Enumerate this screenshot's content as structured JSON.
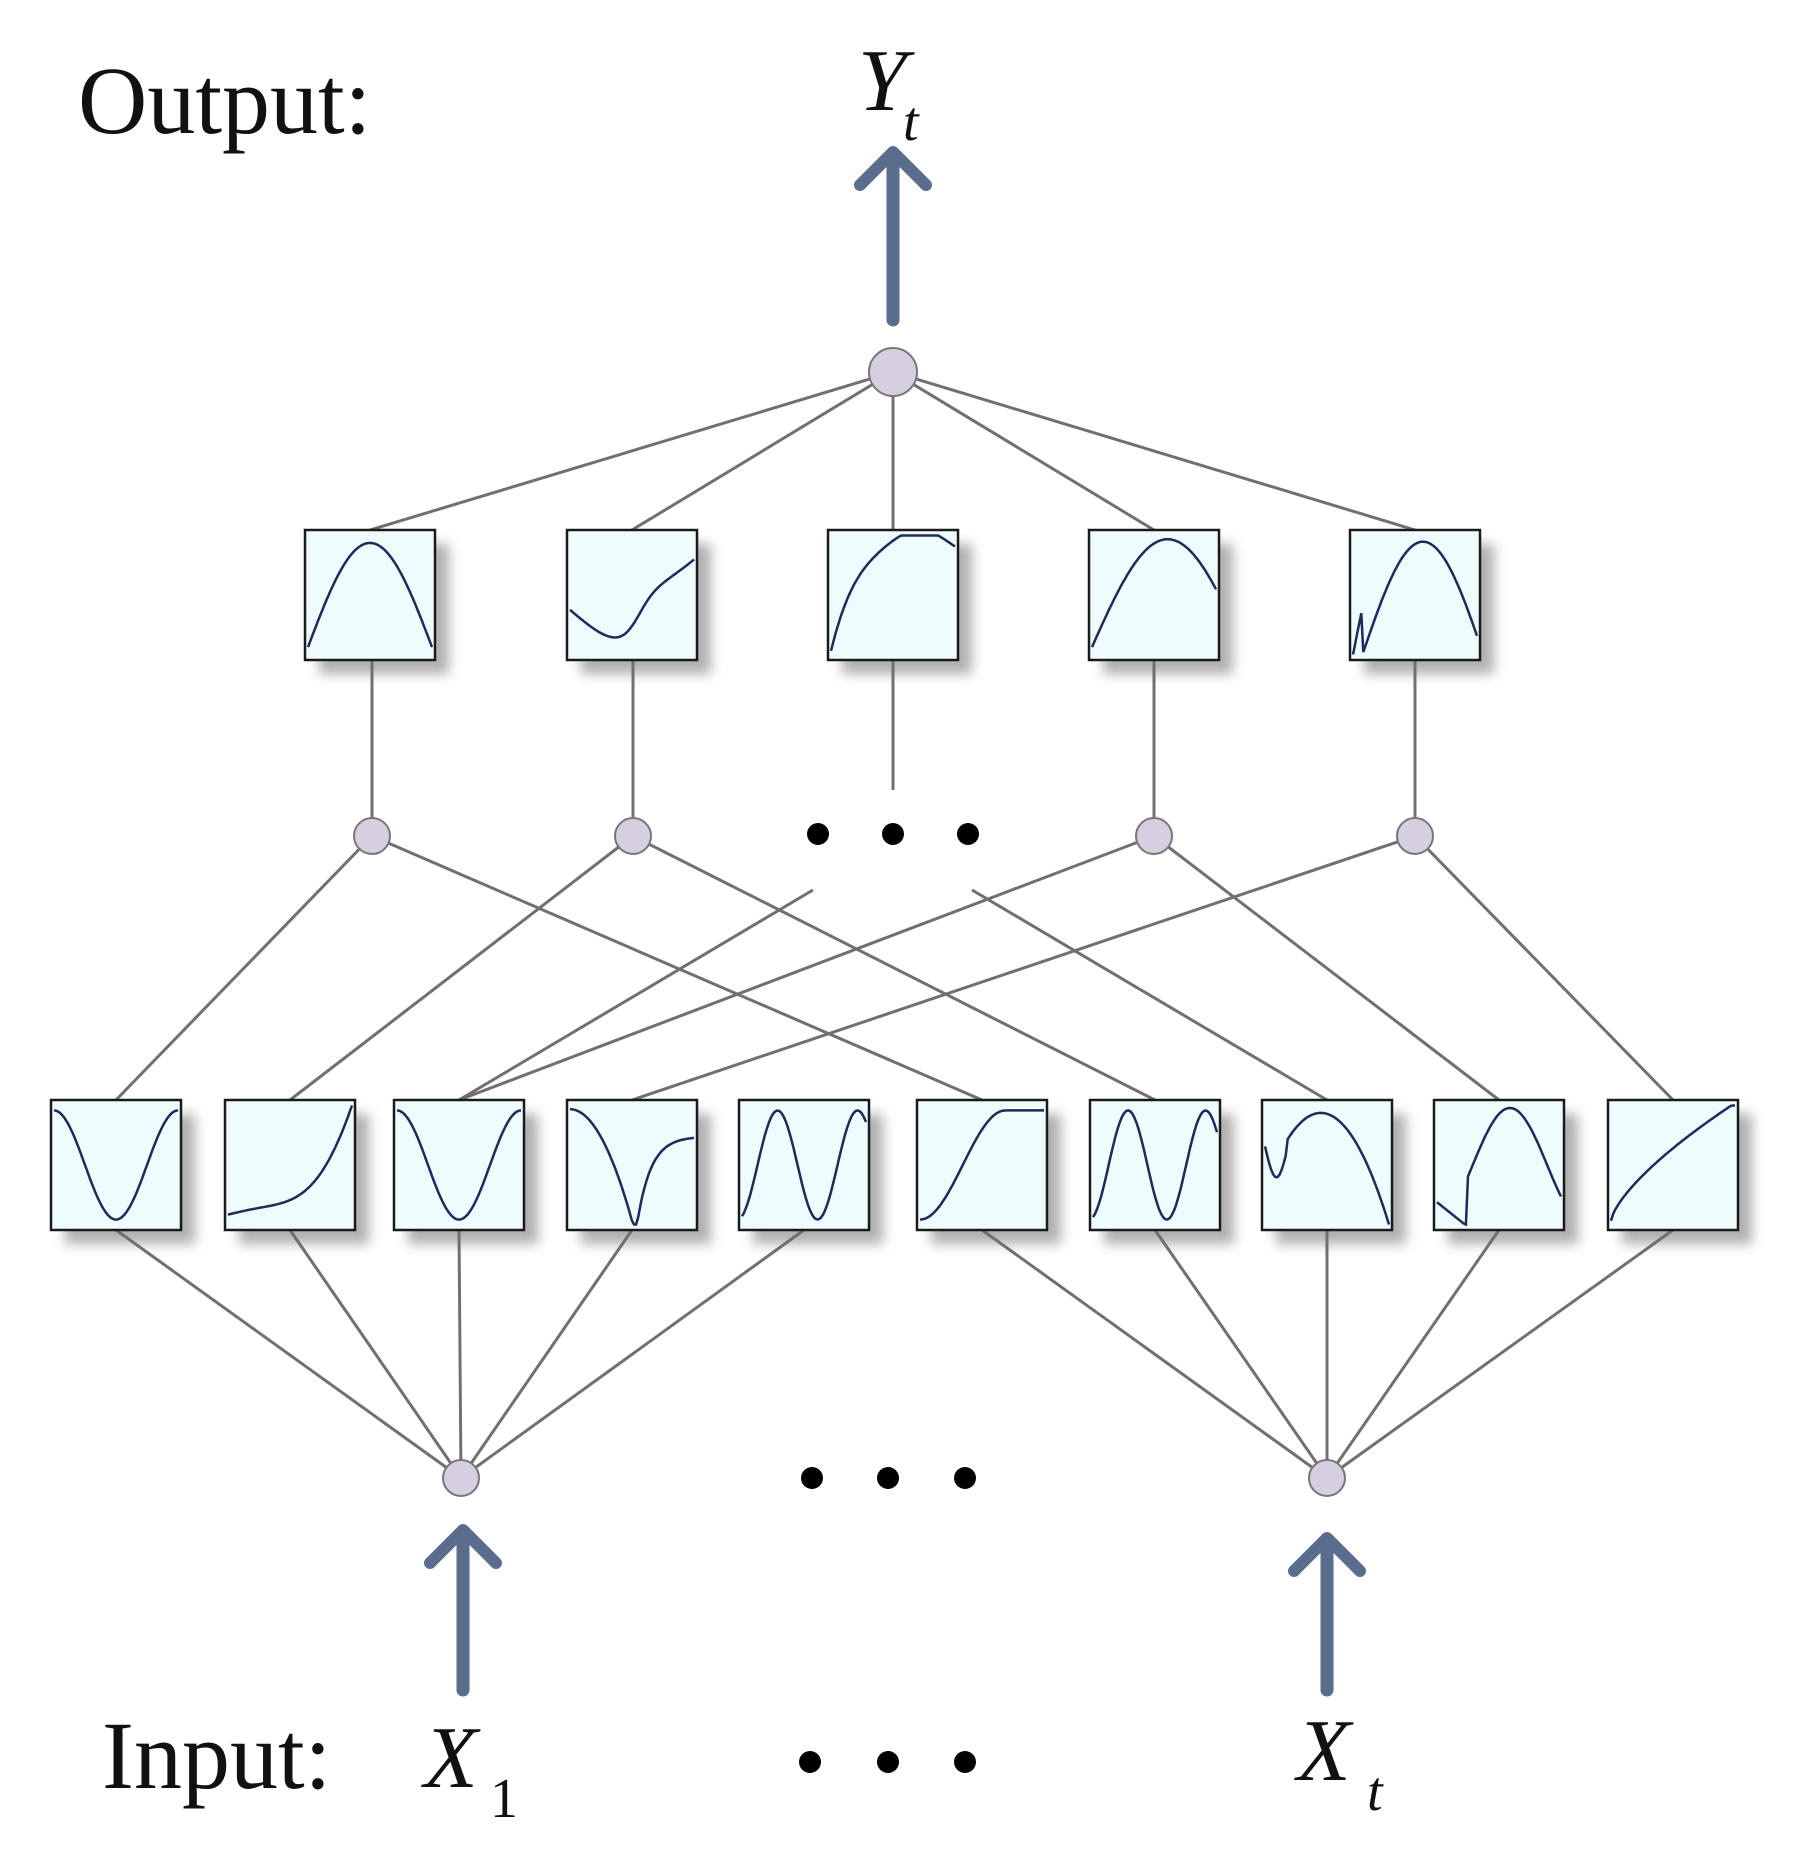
{
  "labels": {
    "output": "Output:",
    "input": "Input:",
    "output_var": {
      "base": "Y",
      "sub": "t"
    },
    "input_vars": [
      {
        "base": "X",
        "sub": "1"
      },
      {
        "base": "X",
        "sub": "t"
      }
    ]
  },
  "colors": {
    "arrow": "#5a6d8c",
    "edge": "#707070",
    "node_fill": "#d6cfe0",
    "node_stroke": "#777777",
    "box_fill": "#effcfd",
    "box_stroke": "#1a1a1a",
    "curve": "#1e2a5a",
    "dots": "#000000"
  },
  "hidden_layer_curves": [
    "curve-1",
    "curve-2",
    "curve-3",
    "curve-4",
    "curve-5"
  ],
  "input_layer_curves": [
    "curve-1",
    "curve-2",
    "curve-3",
    "curve-4",
    "curve-5",
    "curve-6",
    "curve-7",
    "curve-8",
    "curve-9",
    "curve-10"
  ]
}
